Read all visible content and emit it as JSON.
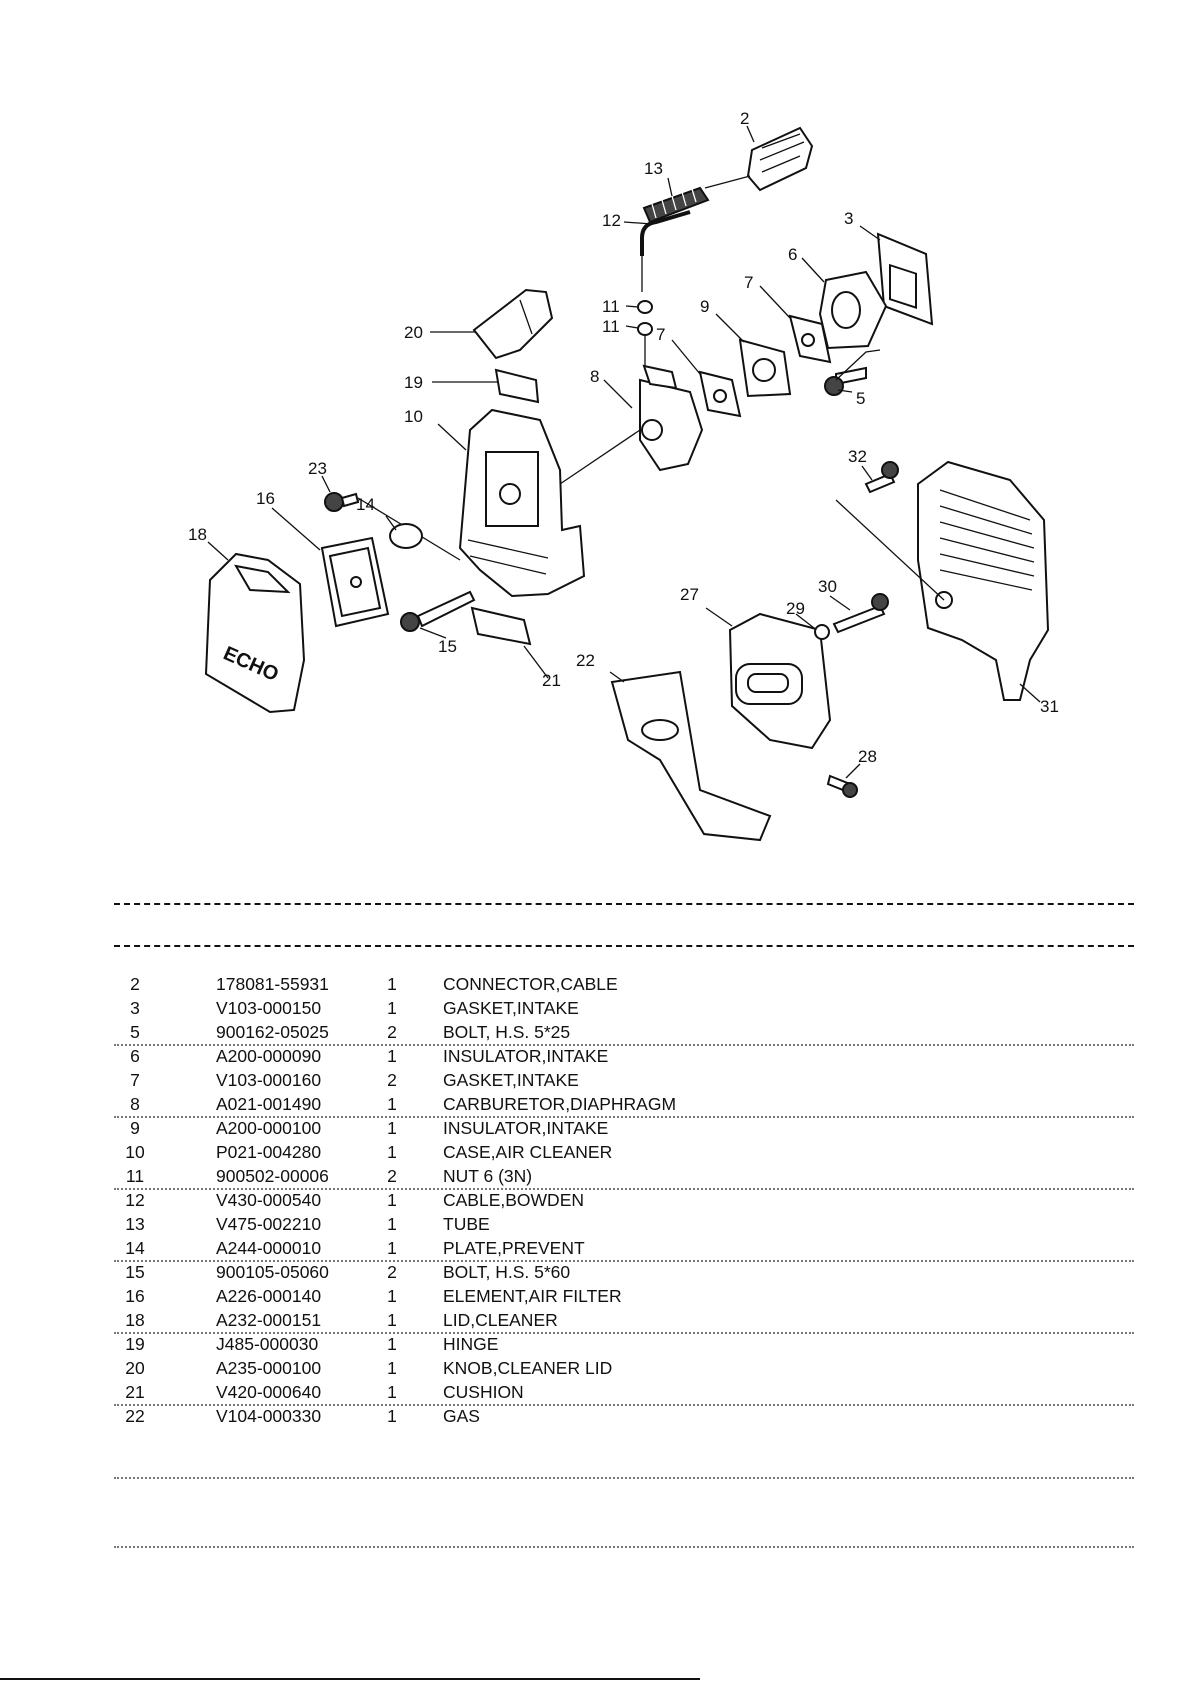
{
  "diagram": {
    "callouts": [
      "2",
      "13",
      "12",
      "3",
      "6",
      "7",
      "9",
      "11",
      "11",
      "20",
      "7",
      "19",
      "8",
      "5",
      "10",
      "23",
      "16",
      "14",
      "18",
      "32",
      "27",
      "30",
      "29",
      "15",
      "21",
      "22",
      "31",
      "28"
    ],
    "logo_text": "ECHO"
  },
  "parts": [
    {
      "no": "2",
      "part": "178081-55931",
      "qty": "1",
      "desc": "CONNECTOR,CABLE"
    },
    {
      "no": "3",
      "part": "V103-000150",
      "qty": "1",
      "desc": "GASKET,INTAKE"
    },
    {
      "no": "5",
      "part": "900162-05025",
      "qty": "2",
      "desc": "BOLT, H.S.  5*25"
    },
    {
      "no": "6",
      "part": "A200-000090",
      "qty": "1",
      "desc": "INSULATOR,INTAKE"
    },
    {
      "no": "7",
      "part": "V103-000160",
      "qty": "2",
      "desc": "GASKET,INTAKE"
    },
    {
      "no": "8",
      "part": "A021-001490",
      "qty": "1",
      "desc": "CARBURETOR,DIAPHRAGM"
    },
    {
      "no": "9",
      "part": "A200-000100",
      "qty": "1",
      "desc": "INSULATOR,INTAKE"
    },
    {
      "no": "10",
      "part": "P021-004280",
      "qty": "1",
      "desc": "CASE,AIR CLEANER"
    },
    {
      "no": "11",
      "part": "900502-00006",
      "qty": "2",
      "desc": "NUT  6 (3N)"
    },
    {
      "no": "12",
      "part": "V430-000540",
      "qty": "1",
      "desc": "CABLE,BOWDEN"
    },
    {
      "no": "13",
      "part": "V475-002210",
      "qty": "1",
      "desc": "TUBE"
    },
    {
      "no": "14",
      "part": "A244-000010",
      "qty": "1",
      "desc": "PLATE,PREVENT"
    },
    {
      "no": "15",
      "part": "900105-05060",
      "qty": "2",
      "desc": "BOLT, H.S.  5*60"
    },
    {
      "no": "16",
      "part": "A226-000140",
      "qty": "1",
      "desc": "ELEMENT,AIR FILTER"
    },
    {
      "no": "18",
      "part": "A232-000151",
      "qty": "1",
      "desc": "LID,CLEANER"
    },
    {
      "no": "19",
      "part": "J485-000030",
      "qty": "1",
      "desc": "HINGE"
    },
    {
      "no": "20",
      "part": "A235-000100",
      "qty": "1",
      "desc": "KNOB,CLEANER LID"
    },
    {
      "no": "21",
      "part": "V420-000640",
      "qty": "1",
      "desc": "CUSHION"
    },
    {
      "no": "22",
      "part": "V104-000330",
      "qty": "1",
      "desc": "GAS"
    }
  ]
}
